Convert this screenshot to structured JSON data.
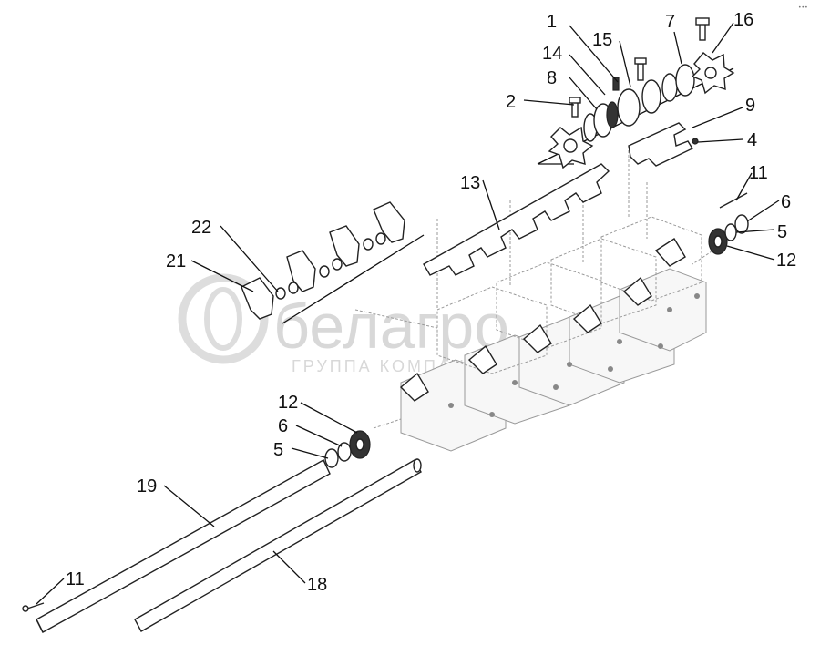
{
  "watermark": {
    "brand": "белагро",
    "subtitle": "ГРУППА КОМПАНИЙ"
  },
  "corner_mark": "•••",
  "callouts": {
    "c1": "1",
    "c14": "14",
    "c8": "8",
    "c2": "2",
    "c15": "15",
    "c7": "7",
    "c16": "16",
    "c9": "9",
    "c4": "4",
    "c13": "13",
    "c22": "22",
    "c21": "21",
    "c11a": "11",
    "c6a": "6",
    "c5a": "5",
    "c12a": "12",
    "c12b": "12",
    "c6b": "6",
    "c5b": "5",
    "c19": "19",
    "c18": "18",
    "c11b": "11"
  }
}
